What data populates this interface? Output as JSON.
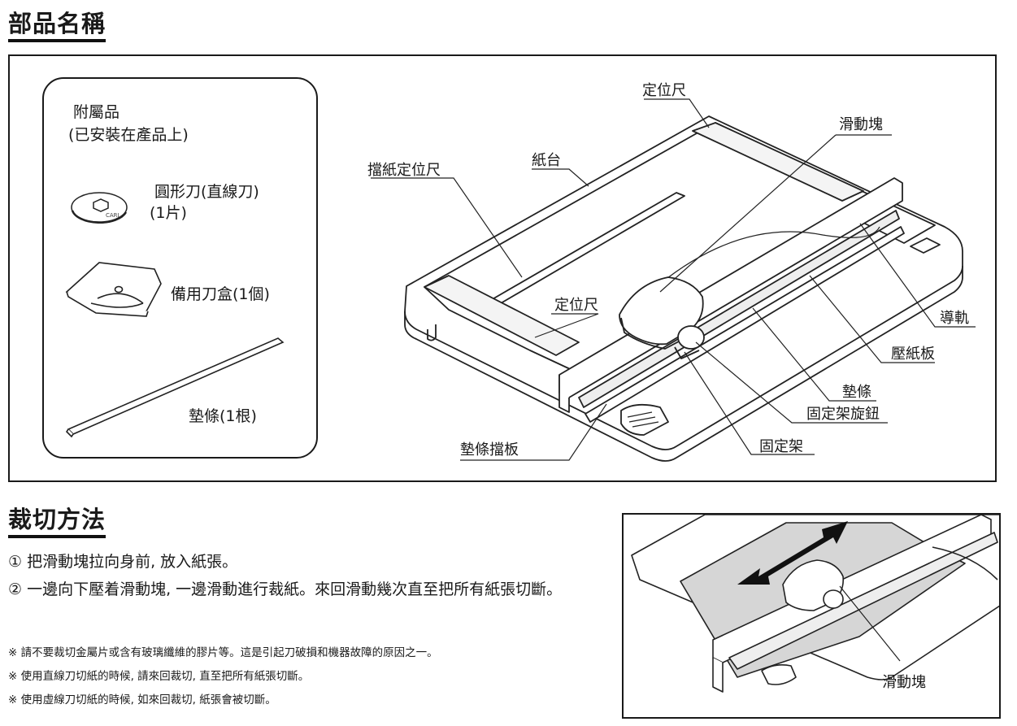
{
  "parts_section": {
    "title": "部品名稱",
    "accessories": {
      "heading_line1": "附屬品",
      "heading_line2": "(已安裝在產品上)",
      "items": [
        {
          "line1": "圓形刀(直線刀)",
          "line2": "(1片)"
        },
        {
          "line1": "備用刀盒(1個)"
        },
        {
          "line1": "墊條(1根)"
        }
      ],
      "blade_marking": "CARL"
    },
    "labels": {
      "top_ruler": "定位尺",
      "slider": "滑動塊",
      "paper_table": "紙台",
      "paper_stop_ruler": "擋紙定位尺",
      "front_ruler": "定位尺",
      "rail": "導軌",
      "paper_press": "壓紙板",
      "mat_strip": "墊條",
      "lock_knob": "固定架旋鈕",
      "mat_stopper": "墊條擋板",
      "lock_frame": "固定架"
    }
  },
  "cutting_section": {
    "title": "裁切方法",
    "steps": [
      "① 把滑動塊拉向身前, 放入紙張。",
      "② 一邊向下壓着滑動塊, 一邊滑動進行裁紙。來回滑動幾次直至把所有紙張切斷。"
    ],
    "notes": [
      "※  請不要裁切金屬片或含有玻璃纖維的膠片等。這是引起刀破損和機器故障的原因之一。",
      "※  使用直線刀切紙的時候, 請來回裁切, 直至把所有紙張切斷。",
      "※  使用虛線刀切紙的時候, 如來回裁切, 紙張會被切斷。"
    ],
    "figure_label": "滑動塊"
  }
}
